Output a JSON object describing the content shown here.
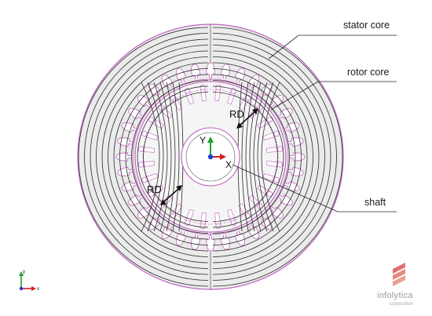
{
  "callouts": {
    "stator_core": "stator core",
    "rotor_core": "rotor core",
    "shaft": "shaft"
  },
  "dimensions": {
    "rd_upper": "RD",
    "rd_lower": "RD"
  },
  "axes": {
    "x": "X",
    "y": "Y"
  },
  "triad": {
    "x": "x",
    "y": "y"
  },
  "brand": {
    "name": "infolytica",
    "tagline": "corporation"
  },
  "colors": {
    "outline": "#c060c0",
    "flux_line": "#2a2a2a",
    "stator_fill": "#ebebeb",
    "rotor_fill": "#f4f4f4",
    "x_axis": "#d21f1f",
    "y_axis": "#1fa22f",
    "z_axis": "#1a3fd6",
    "brand": "#e07070"
  }
}
